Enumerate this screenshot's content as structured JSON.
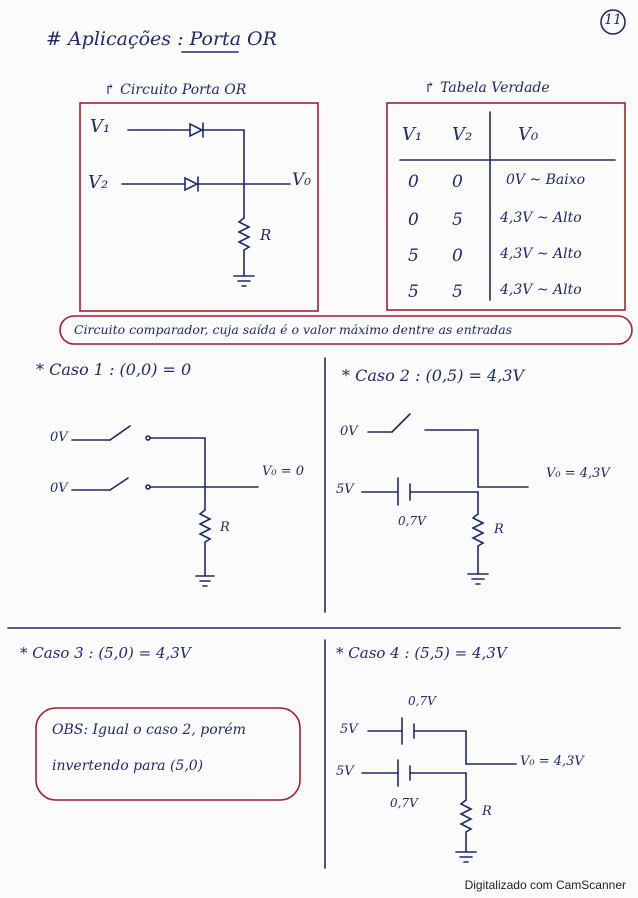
{
  "page": {
    "number": "11",
    "title": "# Aplicações : Porta OR",
    "footer": "Digitalizado com CamScanner"
  },
  "circuit_box": {
    "heading": "↱ Circuito Porta OR",
    "v1": "V₁",
    "v2": "V₂",
    "vo": "V₀",
    "r": "R"
  },
  "truth_table": {
    "heading": "↱ Tabela Verdade",
    "headers": [
      "V₁",
      "V₂",
      "V₀"
    ],
    "rows": [
      [
        "0",
        "0",
        "0V ~ Baixo"
      ],
      [
        "0",
        "5",
        "4,3V ~ Alto"
      ],
      [
        "5",
        "0",
        "4,3V ~ Alto"
      ],
      [
        "5",
        "5",
        "4,3V ~ Alto"
      ]
    ]
  },
  "summary_note": "Circuito comparador, cuja saída é o valor máximo dentre as entradas",
  "case1": {
    "title": "* Caso 1 : (0,0) = 0",
    "in1": "0V",
    "in2": "0V",
    "out": "V₀ = 0",
    "r": "R"
  },
  "case2": {
    "title": "* Caso 2 : (0,5) = 4,3V",
    "in1": "0V",
    "in2": "5V",
    "drop": "0,7V",
    "out": "V₀ = 4,3V",
    "r": "R"
  },
  "case3": {
    "title": "* Caso 3 : (5,0) = 4,3V",
    "obs_line1": "OBS: Igual o caso 2, porém",
    "obs_line2": "invertendo para (5,0)"
  },
  "case4": {
    "title": "* Caso 4 : (5,5) = 4,3V",
    "drop1": "0,7V",
    "in1": "5V",
    "in2": "5V",
    "drop2": "0,7V",
    "out": "V₀ = 4,3V",
    "r": "R"
  }
}
